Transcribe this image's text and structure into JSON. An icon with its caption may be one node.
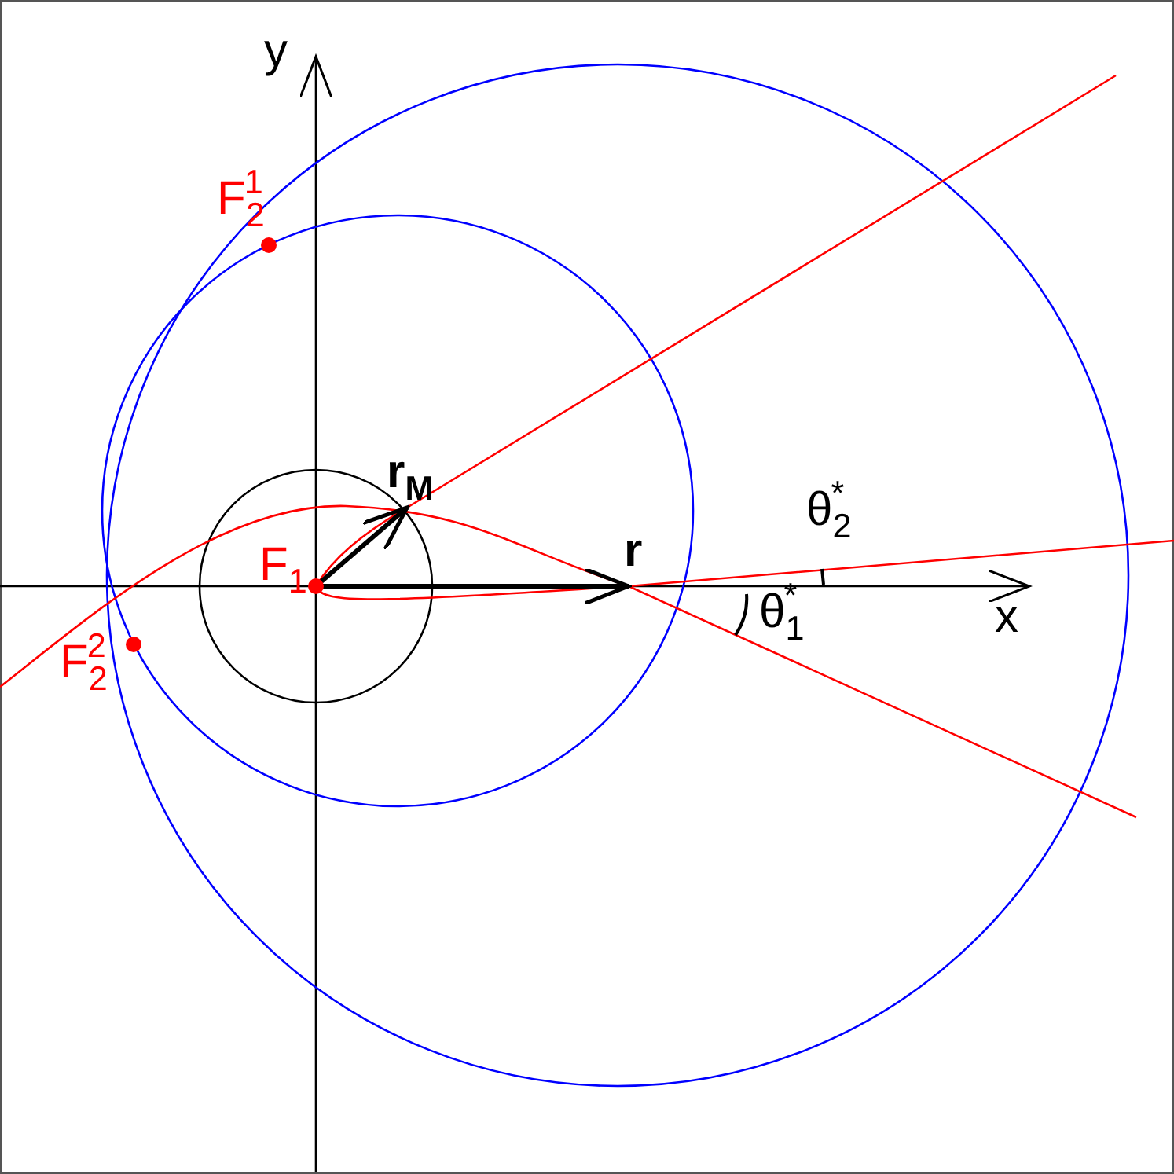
{
  "diagram": {
    "nodes": [
      {
        "text": [
          "F$_{2}$$^{1}$"
        ]
      },
      {
        "text": [
          "F$_{1}$"
        ]
      },
      {
        "text": [
          "F$_{2}$$^{2}$"
        ]
      }
    ],
    "labels": [
      "y",
      "r$_{M}$",
      "θ$_{2}$$^{*}$",
      "r",
      "x",
      "θ$_{1}$$^{*}$"
    ]
  }
}
